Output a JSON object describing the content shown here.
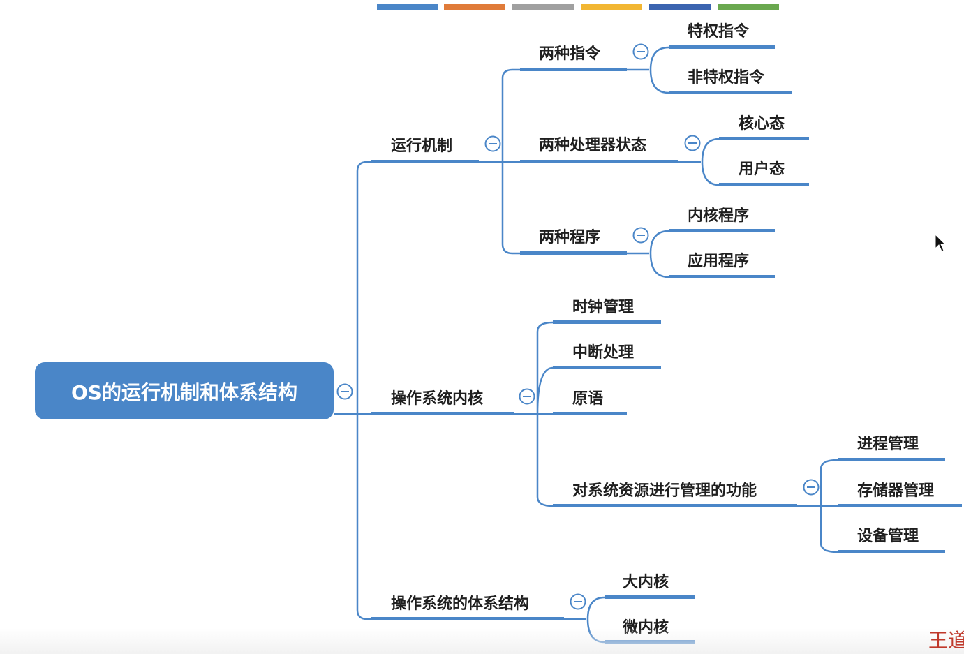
{
  "diagram": {
    "root": "OS的运行机制和体系结构",
    "branches": {
      "run_mechanism": {
        "label": "运行机制",
        "instructions": {
          "label": "两种指令",
          "children": [
            "特权指令",
            "非特权指令"
          ]
        },
        "cpu_states": {
          "label": "两种处理器状态",
          "children": [
            "核心态",
            "用户态"
          ]
        },
        "programs": {
          "label": "两种程序",
          "children": [
            "内核程序",
            "应用程序"
          ]
        }
      },
      "kernel": {
        "label": "操作系统内核",
        "clock": "时钟管理",
        "interrupt": "中断处理",
        "primitive": "原语",
        "resource": {
          "label": "对系统资源进行管理的功能",
          "children": [
            "进程管理",
            "存储器管理",
            "设备管理"
          ]
        }
      },
      "architecture": {
        "label": "操作系统的体系结构",
        "children": [
          "大内核",
          "微内核"
        ]
      }
    },
    "palette_bar_colors": [
      "#4a86c8",
      "#e07b39",
      "#a0a0a0",
      "#f2b632",
      "#3b64b0",
      "#6aa84f"
    ],
    "line_color": "#4a86c8",
    "root_color": "#4a86c8"
  },
  "brand": "王道"
}
